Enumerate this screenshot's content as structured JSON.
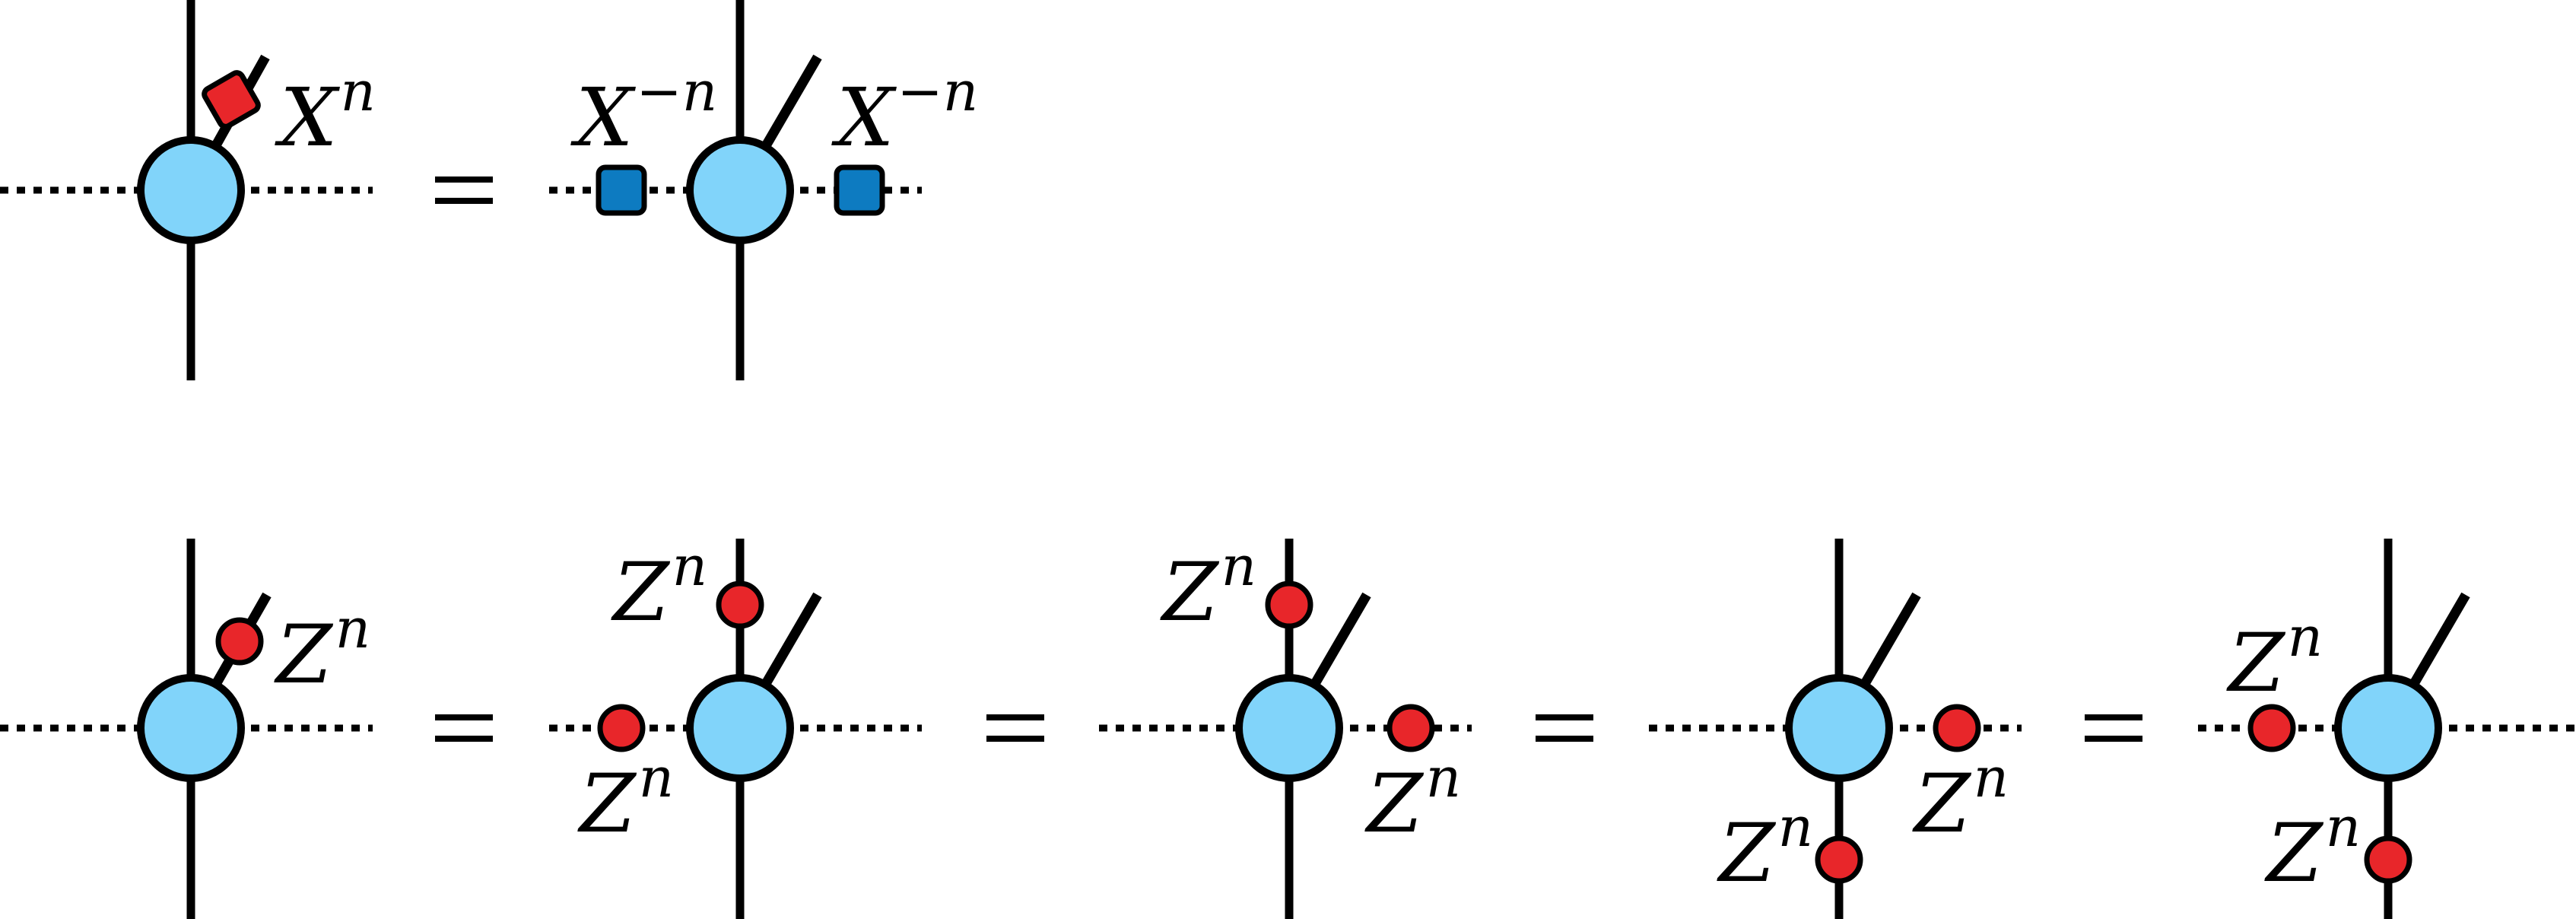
{
  "diagram": {
    "equals_sign": "=",
    "labels": {
      "X_pos": {
        "base": "X",
        "exp": "n"
      },
      "X_neg": {
        "base": "X",
        "exp": "−n"
      },
      "Z": {
        "base": "Z",
        "exp": "n"
      }
    }
  },
  "colors": {
    "node_fill": "#81d4fa",
    "red_operator": "#e8262a",
    "blue_operator": "#0d7bc1",
    "line": "#000000"
  }
}
